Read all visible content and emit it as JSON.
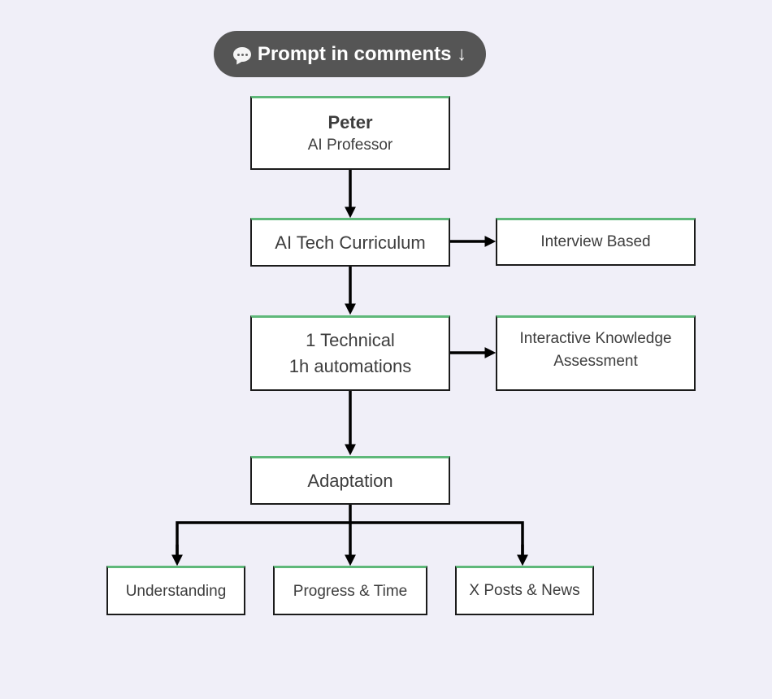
{
  "banner": {
    "icon": "speech-bubble-icon",
    "label": "Prompt in comments ↓"
  },
  "nodes": {
    "peter": {
      "name": "Peter",
      "role": "AI Professor"
    },
    "curriculum": {
      "label": "AI Tech Curriculum"
    },
    "interview": {
      "label": "Interview Based"
    },
    "technical": {
      "line1": "1 Technical",
      "line2": "1h automations"
    },
    "assessment": {
      "line1": "Interactive Knowledge",
      "line2": "Assessment"
    },
    "adaptation": {
      "label": "Adaptation"
    },
    "understanding": {
      "label": "Understanding"
    },
    "progress": {
      "label": "Progress & Time"
    },
    "news": {
      "label": "X Posts & News"
    }
  },
  "colors": {
    "background": "#f0eff8",
    "accent_top_border": "#5fb87a",
    "banner_background": "#555555",
    "connector": "#000000"
  }
}
